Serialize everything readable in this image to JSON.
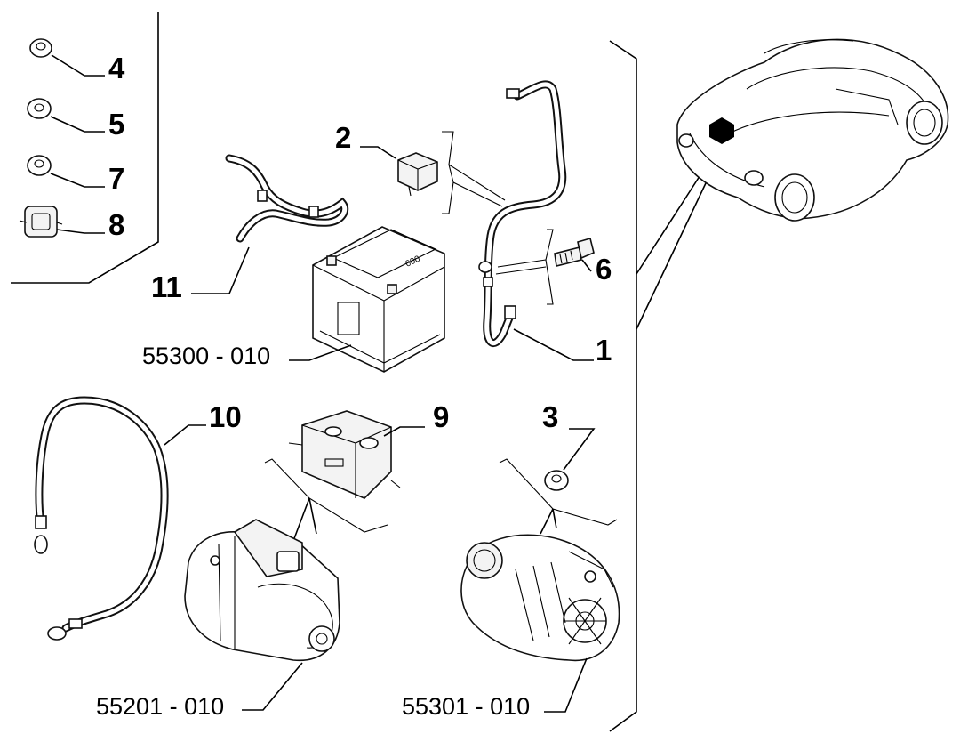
{
  "callouts": {
    "c1": "1",
    "c2": "2",
    "c3": "3",
    "c4": "4",
    "c5": "5",
    "c6": "6",
    "c7": "7",
    "c8": "8",
    "c9": "9",
    "c10": "10",
    "c11": "11"
  },
  "references": {
    "battery": "55300 - 010",
    "starter": "55201 - 010",
    "alternator": "55301 - 010"
  },
  "colors": {
    "ink": "#000000",
    "background": "#ffffff",
    "marker": "#000000"
  },
  "icons": [
    "nut-icon",
    "washer-icon",
    "clip-icon",
    "bolt-icon",
    "car-icon",
    "battery-icon",
    "starter-motor-icon",
    "alternator-icon",
    "fuse-box-icon",
    "cable-icon"
  ]
}
